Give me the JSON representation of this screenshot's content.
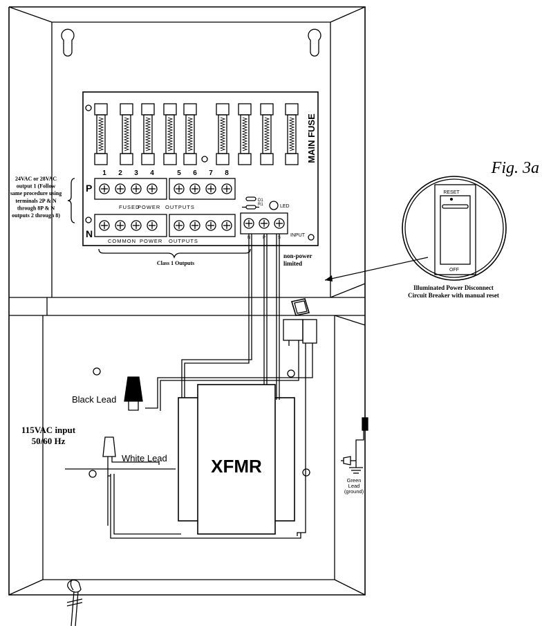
{
  "figure_label": "Fig. 3a",
  "board": {
    "main_fuse_label": "MAIN FUSE",
    "row_p_letter": "P",
    "row_n_letter": "N",
    "column_numbers": [
      "1",
      "2",
      "3",
      "4",
      "5",
      "6",
      "7",
      "8"
    ],
    "fused_label": "FUSED",
    "power_label": "POWER",
    "outputs_label": "OUTPUTS",
    "common_label": "COMMON",
    "d1_label": "D1",
    "r1_label": "R1",
    "led_label": "LED",
    "input_label": "INPUT",
    "input_terminals": [
      "N",
      "P",
      "S"
    ]
  },
  "labels": {
    "output_note_lines": [
      "24VAC or 28VAC",
      "output 1 (Follow",
      "same procedure using",
      "terminals 2P & N",
      "through 8P & N",
      "outputs 2 through 8)"
    ],
    "class1_outputs": "Class 1 Outputs",
    "non_power_limited_lines": [
      "non-power",
      "limited"
    ],
    "breaker_caption_lines": [
      "Illuminated Power Disconnect",
      "Circuit Breaker with manual reset"
    ],
    "reset": "RESET",
    "off": "OFF",
    "black_lead": "Black Lead",
    "white_lead": "White Lead",
    "input_voltage_lines": [
      "115VAC input",
      "50/60 Hz"
    ],
    "xfmr": "XFMR",
    "green_lead_lines": [
      "Green",
      "Lead",
      "(ground)"
    ]
  }
}
